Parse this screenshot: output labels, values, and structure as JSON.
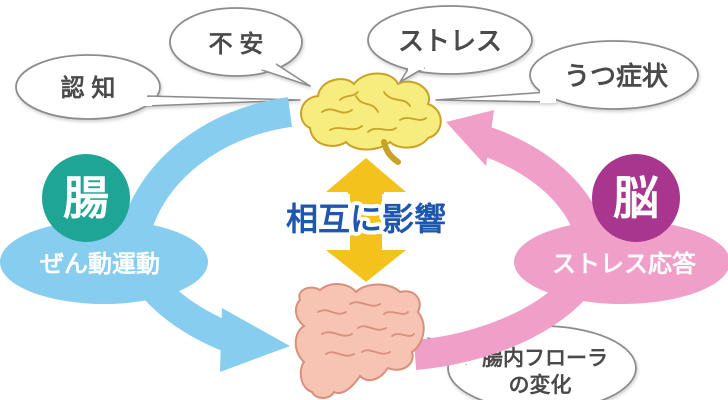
{
  "bubbles": {
    "cognition": "認 知",
    "anxiety": "不 安",
    "stress": "ストレス",
    "depression": "うつ症状",
    "gut_flora_line1": "腸内フローラ",
    "gut_flora_line2": "の変化"
  },
  "gut": {
    "title": "腸",
    "subtitle": "ぜん動運動"
  },
  "brain": {
    "title": "脳",
    "subtitle": "ストレス応答"
  },
  "center_label": "相互に影響",
  "colors": {
    "blue_arrow": "#86cdef",
    "pink_arrow": "#f0a0c8",
    "gut_circle": "#1ea596",
    "brain_circle": "#a8358e",
    "center_text": "#1f57ad",
    "yellow_arrow": "#f4c21c",
    "brain_fill": "#f7ec7e",
    "intestine_fill": "#f7c4b4"
  },
  "icons": [
    "brain-icon",
    "intestine-icon"
  ]
}
